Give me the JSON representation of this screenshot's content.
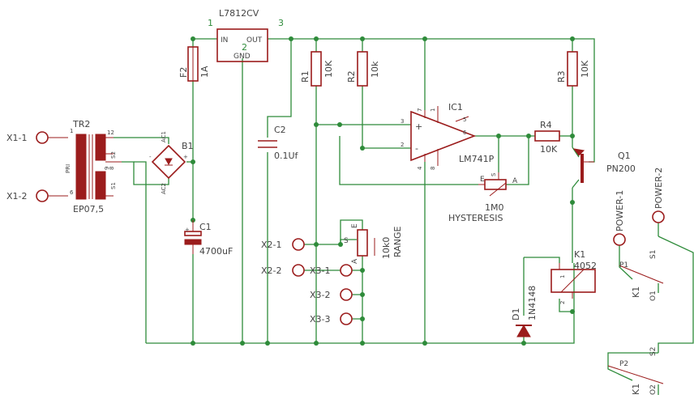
{
  "colors": {
    "wire": "#2e8b3a",
    "part": "#9b1c1c",
    "text": "#444444"
  },
  "regulator": {
    "name": "L7812CV",
    "in": "IN",
    "out": "OUT",
    "gnd": "GND",
    "pin1": "1",
    "pin2": "2",
    "pin3": "3"
  },
  "fuse": {
    "name": "F2",
    "value": "1A"
  },
  "transformer": {
    "name": "TR2",
    "value": "EP07,5",
    "pri": "PRI",
    "s1": "S1",
    "s2": "S2",
    "p1": "1",
    "p6": "6",
    "p12": "12",
    "p8": "8",
    "p9": "9"
  },
  "connectors": {
    "x11": "X1-1",
    "x12": "X1-2",
    "x21": "X2-1",
    "x22": "X2-2",
    "x31": "X3-1",
    "x32": "X3-2",
    "x33": "X3-3",
    "pwr1": "POWER-1",
    "pwr2": "POWER-2"
  },
  "bridge": {
    "name": "B1",
    "ac1": "AC1",
    "ac2": "AC2",
    "plus": "+",
    "minus": "-"
  },
  "c1": {
    "name": "C1",
    "value": "4700uF"
  },
  "c2": {
    "name": "C2",
    "value": "0.1Uf"
  },
  "r1": {
    "name": "R1",
    "value": "10K"
  },
  "r2": {
    "name": "R2",
    "value": "10k"
  },
  "r3": {
    "name": "R3",
    "value": "10K"
  },
  "r4": {
    "name": "R4",
    "value": "10K"
  },
  "opamp": {
    "name": "IC1",
    "value": "LM741P",
    "p1": "1",
    "p2": "2",
    "p3": "3",
    "p4": "4",
    "p5": "5",
    "p6": "6",
    "p7": "7",
    "p8": "8",
    "plus": "+",
    "minus": "-"
  },
  "hysteresis": {
    "value": "1M0",
    "label": "HYSTERESIS",
    "e": "E",
    "a": "A",
    "s": "S"
  },
  "range": {
    "value": "10k0",
    "label": "RANGE",
    "e": "E",
    "a": "A",
    "s": "S"
  },
  "transistor": {
    "name": "Q1",
    "value": "PN200"
  },
  "diode": {
    "name": "D1",
    "value": "1N4148"
  },
  "relay": {
    "name": "K1",
    "value": "4052",
    "p1": "1",
    "p2": "2"
  },
  "contacts": {
    "k1a": "K1",
    "k1b": "K1",
    "o1": "O1",
    "o2": "O2",
    "p1": "P1",
    "p2": "P2",
    "s1": "S1",
    "s2": "S2"
  }
}
